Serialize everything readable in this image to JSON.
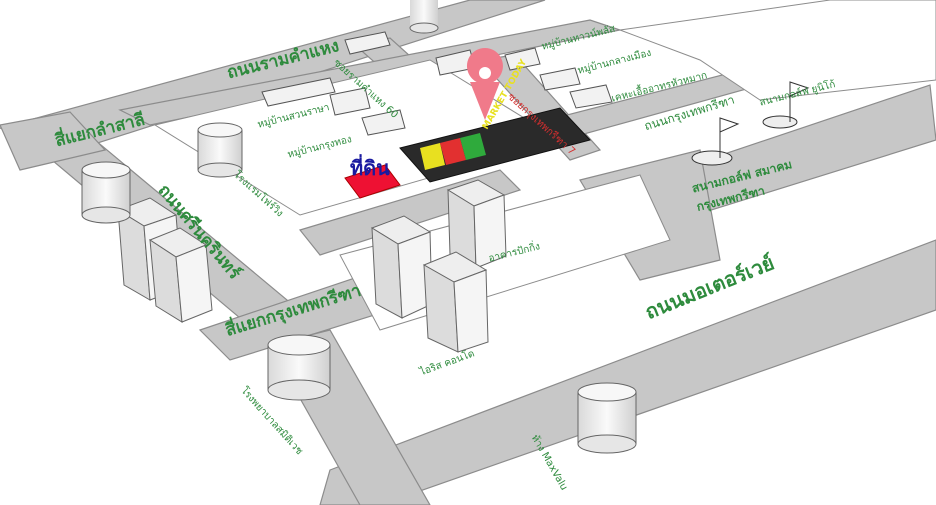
{
  "roads": {
    "ramkhamhaeng": "ถนนรามคำแหง",
    "lam_sali_junction": "สี่แยกลำสาลี",
    "srinakarin": "ถนนศรีนครินทร์",
    "krungthep_kreetha_junction": "สี่แยกกรุงเทพกรีฑา",
    "krungthep_kreetha_road": "ถนนกรุงเทพกรีฑา",
    "motorway": "ถนนมอเตอร์เวย์",
    "soi_ramkhamhaeng_60": "ซอยรามคำแหง 60",
    "soi_krungthep_kreetha_7": "ซอยกรุงเทพกรีฑา 7"
  },
  "places": {
    "village_townplus": "หมู่บ้านทาวน์พลัส",
    "village_klang_muang": "หมู่บ้านกลางเมือง",
    "village_suan_thai": "หมู่บ้านสวนราษา",
    "village_krung_thong": "หมู่บ้านกรุงทอง",
    "school_hua_mak": "เคหะเอื้ออาทรหัวหมาก",
    "hotel_phi_rang": "โรงแรมโฟร์วิง",
    "golf_driving_range": "สนามกอล์ฟ ยูนิโก้",
    "golf_association": "สนามกอล์ฟ สมาคมกรุงเทพกรีฑา",
    "tower_bldg": "อาคารปักกิ่ง",
    "iris_condo": "ไอริส คอนโด",
    "hospital": "โรงพยาบาลสมิติเวช",
    "maxvalu": "ห้าง MaxValu"
  },
  "site": {
    "label": "ที่ดิน",
    "sign_text": "MARKET TODAY",
    "sign_letters": "K"
  },
  "colors": {
    "road": "#c7c7c7",
    "road_edge": "#8c8c8c",
    "label": "#2e8b3d",
    "pin": "#f07a8a",
    "site_marker": "#ee1133",
    "site_text": "#1a1aa0"
  },
  "icons": {
    "pin": "map-pin-icon",
    "flag": "golf-flag-icon"
  }
}
